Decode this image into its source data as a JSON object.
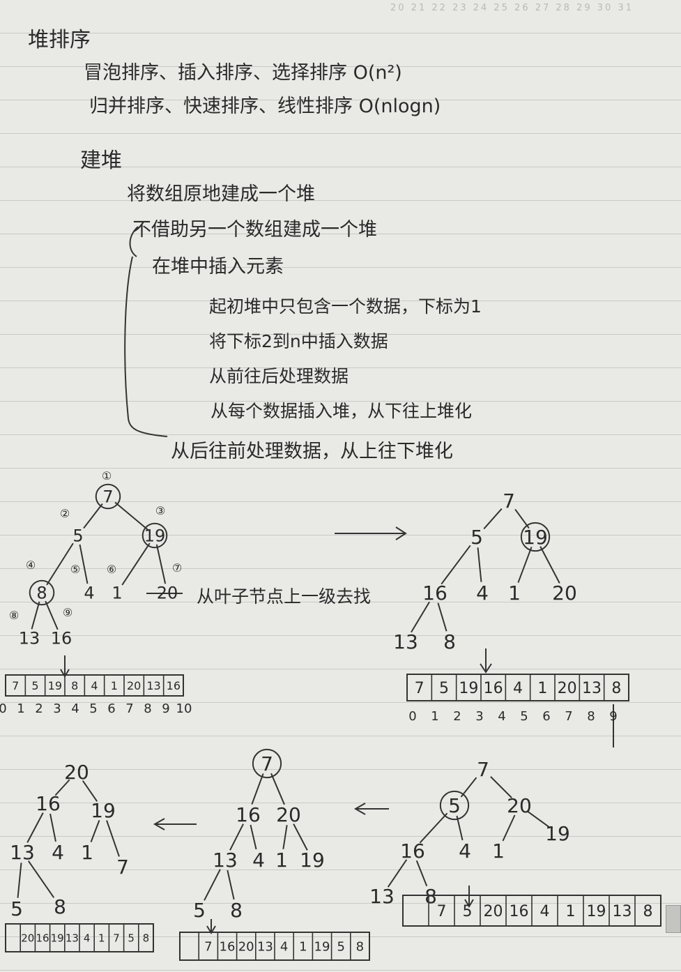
{
  "header_dates": "20 21 22 23 24 25 26 27 28 29 30 31",
  "title": "堆排序",
  "line_sorts_n2": "冒泡排序、插入排序、选择排序  O(n²)",
  "line_sorts_nlogn": "归并排序、快速排序、线性排序  O(nlogn)",
  "build_heap": "建堆",
  "in_place": "将数组原地建成一个堆",
  "no_extra_array": "不借助另一个数组建成一个堆",
  "insert_elements": "在堆中插入元素",
  "step_1": "起初堆中只包含一个数据，下标为1",
  "step_2": "将下标2到n中插入数据",
  "step_3": "从前往后处理数据",
  "step_4": "从每个数据插入堆，从下往上堆化",
  "bottom_up": "从后往前处理数据，从上往下堆化",
  "leaf_note": "从叶子节点上一级去找",
  "tree1": {
    "order_marks": [
      "①",
      "②",
      "③",
      "④",
      "⑤",
      "⑥",
      "⑦",
      "⑧",
      "⑨"
    ],
    "nodes": [
      "7",
      "5",
      "19",
      "8",
      "4",
      "1",
      "20",
      "13",
      "16"
    ]
  },
  "array1": {
    "cells": [
      "7",
      "5",
      "19",
      "8",
      "4",
      "1",
      "20",
      "13",
      "16"
    ],
    "indices": [
      "0",
      "1",
      "2",
      "3",
      "4",
      "5",
      "6",
      "7",
      "8",
      "9",
      "10"
    ]
  },
  "tree2": {
    "nodes": [
      "7",
      "5",
      "19",
      "16",
      "4",
      "1",
      "20",
      "13",
      "8"
    ]
  },
  "array2": {
    "cells": [
      "7",
      "5",
      "19",
      "16",
      "4",
      "1",
      "20",
      "13",
      "8"
    ],
    "indices": [
      "0",
      "1",
      "2",
      "3",
      "4",
      "5",
      "6",
      "7",
      "8",
      "9"
    ]
  },
  "tree3": {
    "nodes": [
      "7",
      "5",
      "20",
      "16",
      "4",
      "1",
      "19",
      "13",
      "8"
    ]
  },
  "array3": {
    "cells": [
      "",
      "7",
      "5",
      "20",
      "16",
      "4",
      "1",
      "19",
      "13",
      "8"
    ]
  },
  "tree4": {
    "nodes": [
      "7",
      "16",
      "20",
      "13",
      "4",
      "1",
      "19",
      "5",
      "8"
    ]
  },
  "array4": {
    "cells": [
      "",
      "7",
      "16",
      "20",
      "13",
      "4",
      "1",
      "19",
      "5",
      "8"
    ]
  },
  "tree5": {
    "nodes": [
      "20",
      "16",
      "19",
      "13",
      "4",
      "1",
      "7",
      "5",
      "8"
    ]
  },
  "array5": {
    "cells": [
      "",
      "20",
      "16",
      "19",
      "13",
      "4",
      "1",
      "7",
      "5",
      "8"
    ]
  }
}
